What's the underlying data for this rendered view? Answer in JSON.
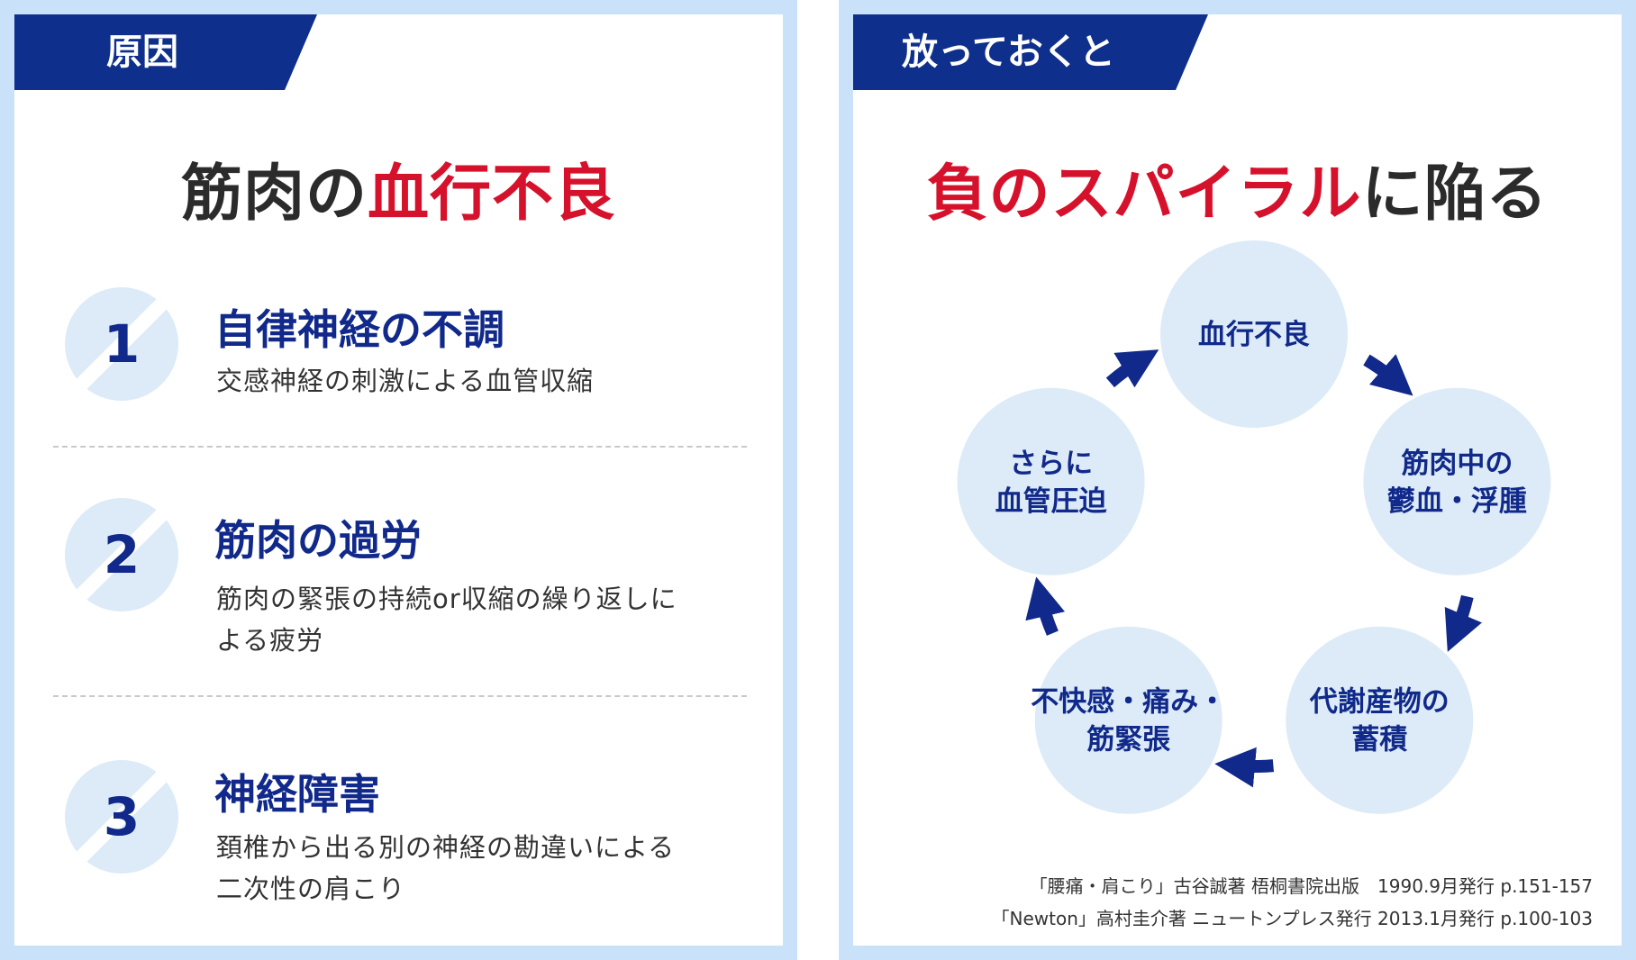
{
  "left_panel": {
    "tab_label": "原因",
    "headline_dark": "筋肉の",
    "headline_red": "血行不良",
    "causes": [
      {
        "number": "1",
        "title": "自律神経の不調",
        "desc_line1": "交感神経の刺激による血管収縮",
        "desc_line2": ""
      },
      {
        "number": "2",
        "title": "筋肉の過労",
        "desc_line1": "筋肉の緊張の持続or収縮の繰り返しに",
        "desc_line2": "よる疲労"
      },
      {
        "number": "3",
        "title": "神経障害",
        "desc_line1": "頚椎から出る別の神経の勘違いによる",
        "desc_line2": "二次性の肩こり"
      }
    ]
  },
  "right_panel": {
    "tab_label": "放っておくと",
    "headline_red": "負のスパイラル",
    "headline_dark": "に陥る",
    "cycle_nodes": [
      {
        "line1": "血行不良",
        "line2": ""
      },
      {
        "line1": "筋肉中の",
        "line2": "鬱血・浮腫"
      },
      {
        "line1": "代謝産物の",
        "line2": "蓄積"
      },
      {
        "line1": "不快感・痛み・",
        "line2": "筋緊張"
      },
      {
        "line1": "さらに",
        "line2": "血管圧迫"
      }
    ],
    "sources": [
      "「腰痛・肩こり」古谷誠著 梧桐書院出版　1990.9月発行 p.151-157",
      "「Newton」高村圭介著 ニュートンプレス発行 2013.1月発行 p.100-103"
    ]
  },
  "colors": {
    "navy": "#0e2f8b",
    "red": "#d6112b",
    "light_blue_border": "#c9e2fa",
    "circle_fill": "#dcebf7"
  }
}
